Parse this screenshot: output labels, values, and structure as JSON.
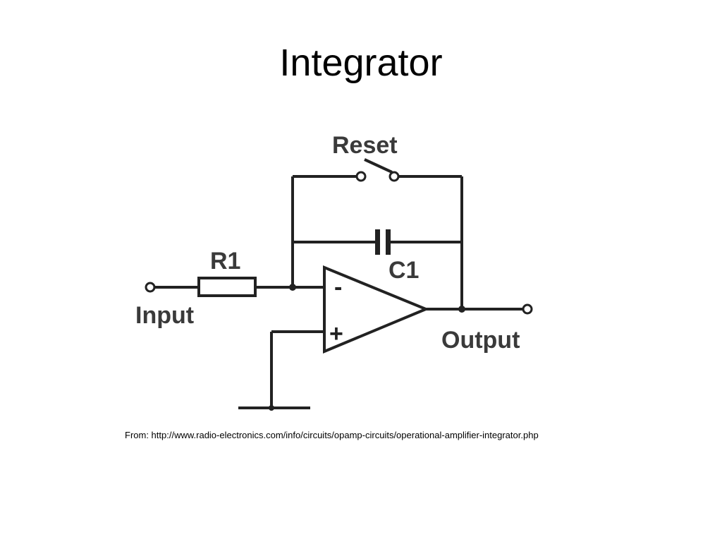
{
  "slide": {
    "title": "Integrator",
    "source": "From: http://www.radio-electronics.com/info/circuits/opamp-circuits/operational-amplifier-integrator.php"
  },
  "diagram": {
    "labels": {
      "reset": "Reset",
      "r1": "R1",
      "c1": "C1",
      "input": "Input",
      "output": "Output",
      "inverting": "-",
      "noninverting": "+"
    },
    "colors": {
      "ink": "#222222",
      "label": "#3a3a3a",
      "background": "#ffffff"
    }
  }
}
